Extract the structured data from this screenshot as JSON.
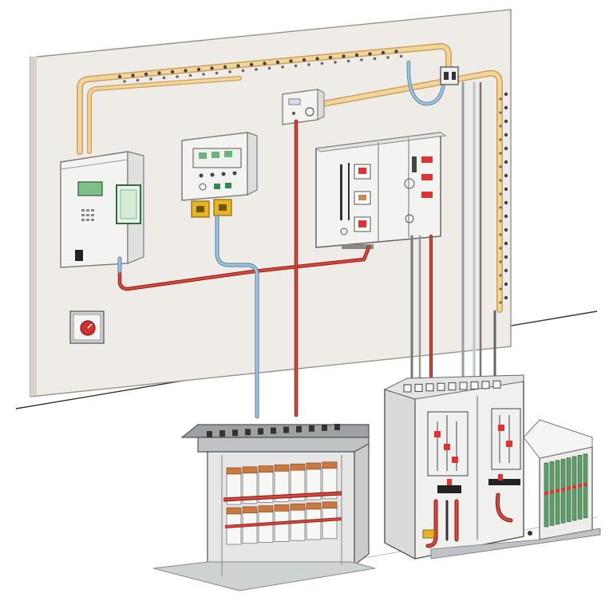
{
  "scene": {
    "kind": "electrical installation illustration",
    "text_labels": []
  },
  "colors": {
    "background": "#ffffff",
    "wall": "#efebe6",
    "wall_edge": "#d9d2c8",
    "trunking": "#e9c37c",
    "signal_cable": "#8fb6d2",
    "power_cable": "#cc3a2e",
    "enclosure": "#f3f3f1",
    "enclosure_edge": "#7a7a7a",
    "display_green": "#7fbf8a",
    "terminal_yellow": "#e8b521",
    "battery_copper": "#c9783f",
    "cabinet_gray": "#cfd2d3",
    "module_green": "#5e9e6a"
  },
  "components": [
    {
      "name": "wall-panel",
      "icon": "wall-panel-icon"
    },
    {
      "name": "control-unit-left",
      "icon": "control-unit-icon"
    },
    {
      "name": "monitor-panel",
      "icon": "monitor-icon"
    },
    {
      "name": "junction-box-top",
      "icon": "junction-box-icon"
    },
    {
      "name": "distribution-board",
      "icon": "distribution-board-icon"
    },
    {
      "name": "emergency-button",
      "icon": "emergency-stop-icon"
    },
    {
      "name": "battery-rack",
      "icon": "battery-icon"
    },
    {
      "name": "switchgear-cabinet",
      "icon": "switchgear-icon"
    },
    {
      "name": "module-rack",
      "icon": "module-rack-icon"
    }
  ]
}
